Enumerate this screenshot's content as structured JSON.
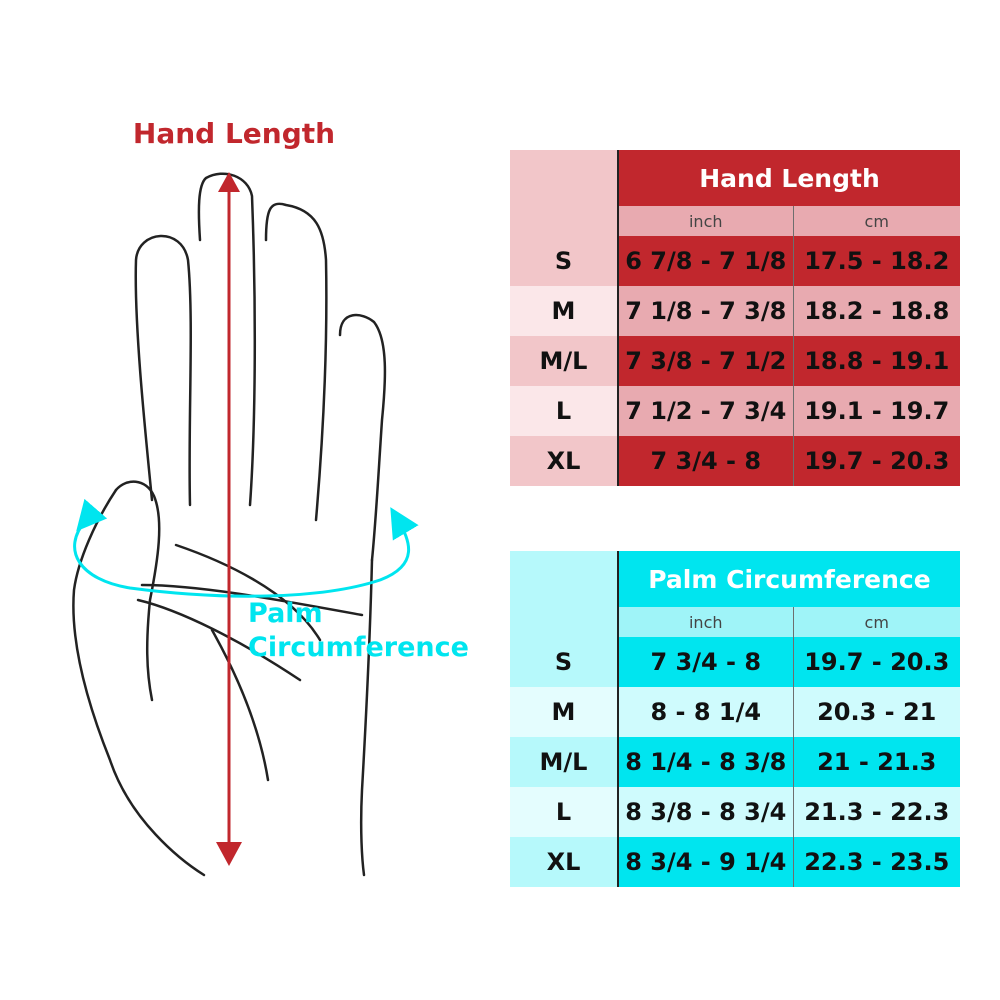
{
  "diagram": {
    "hand_length_label": "Hand Length",
    "palm_label_line1": "Palm",
    "palm_label_line2": "Circumference"
  },
  "colors": {
    "length_accent": "#c1272d",
    "palm_accent": "#00e5ef"
  },
  "hand_length_table": {
    "title": "Hand Length",
    "unit_inch": "inch",
    "unit_cm": "cm",
    "rows": [
      {
        "size": "S",
        "inch": "6 7/8 - 7 1/8",
        "cm": "17.5 - 18.2"
      },
      {
        "size": "M",
        "inch": "7 1/8 - 7 3/8",
        "cm": "18.2 - 18.8"
      },
      {
        "size": "M/L",
        "inch": "7 3/8 - 7 1/2",
        "cm": "18.8 - 19.1"
      },
      {
        "size": "L",
        "inch": "7 1/2 - 7 3/4",
        "cm": "19.1 - 19.7"
      },
      {
        "size": "XL",
        "inch": "7 3/4 - 8",
        "cm": "19.7 - 20.3"
      }
    ]
  },
  "palm_table": {
    "title": "Palm Circumference",
    "unit_inch": "inch",
    "unit_cm": "cm",
    "rows": [
      {
        "size": "S",
        "inch": "7 3/4 - 8",
        "cm": "19.7 - 20.3"
      },
      {
        "size": "M",
        "inch": "8 - 8 1/4",
        "cm": "20.3 - 21"
      },
      {
        "size": "M/L",
        "inch": "8 1/4 - 8 3/8",
        "cm": "21 - 21.3"
      },
      {
        "size": "L",
        "inch": "8 3/8 - 8 3/4",
        "cm": "21.3 - 22.3"
      },
      {
        "size": "XL",
        "inch": "8 3/4 - 9 1/4",
        "cm": "22.3 - 23.5"
      }
    ]
  }
}
